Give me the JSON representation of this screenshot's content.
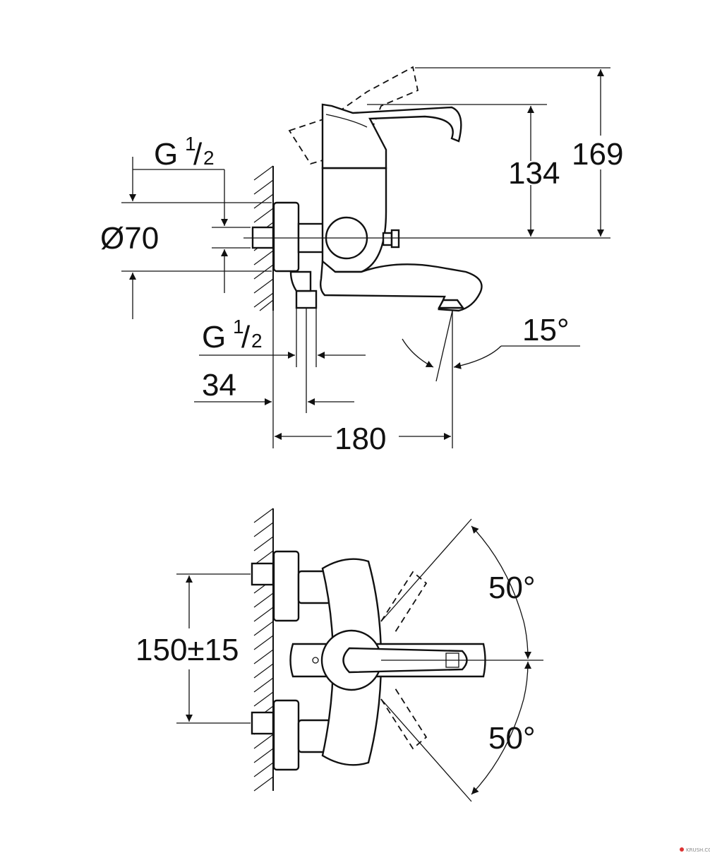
{
  "dimensions": {
    "thread_top": {
      "base": "G",
      "num": "1",
      "den": "2"
    },
    "diameter": "Ø70",
    "thread_bottom": {
      "base": "G",
      "num": "1",
      "den": "2"
    },
    "offset": "34",
    "projection": "180",
    "height_handle": "134",
    "height_total": "169",
    "spout_angle": "15°",
    "inlet_spacing": "150±15",
    "lever_up": "50°",
    "lever_down": "50°"
  },
  "watermark": "KRUSH.COM.UA"
}
